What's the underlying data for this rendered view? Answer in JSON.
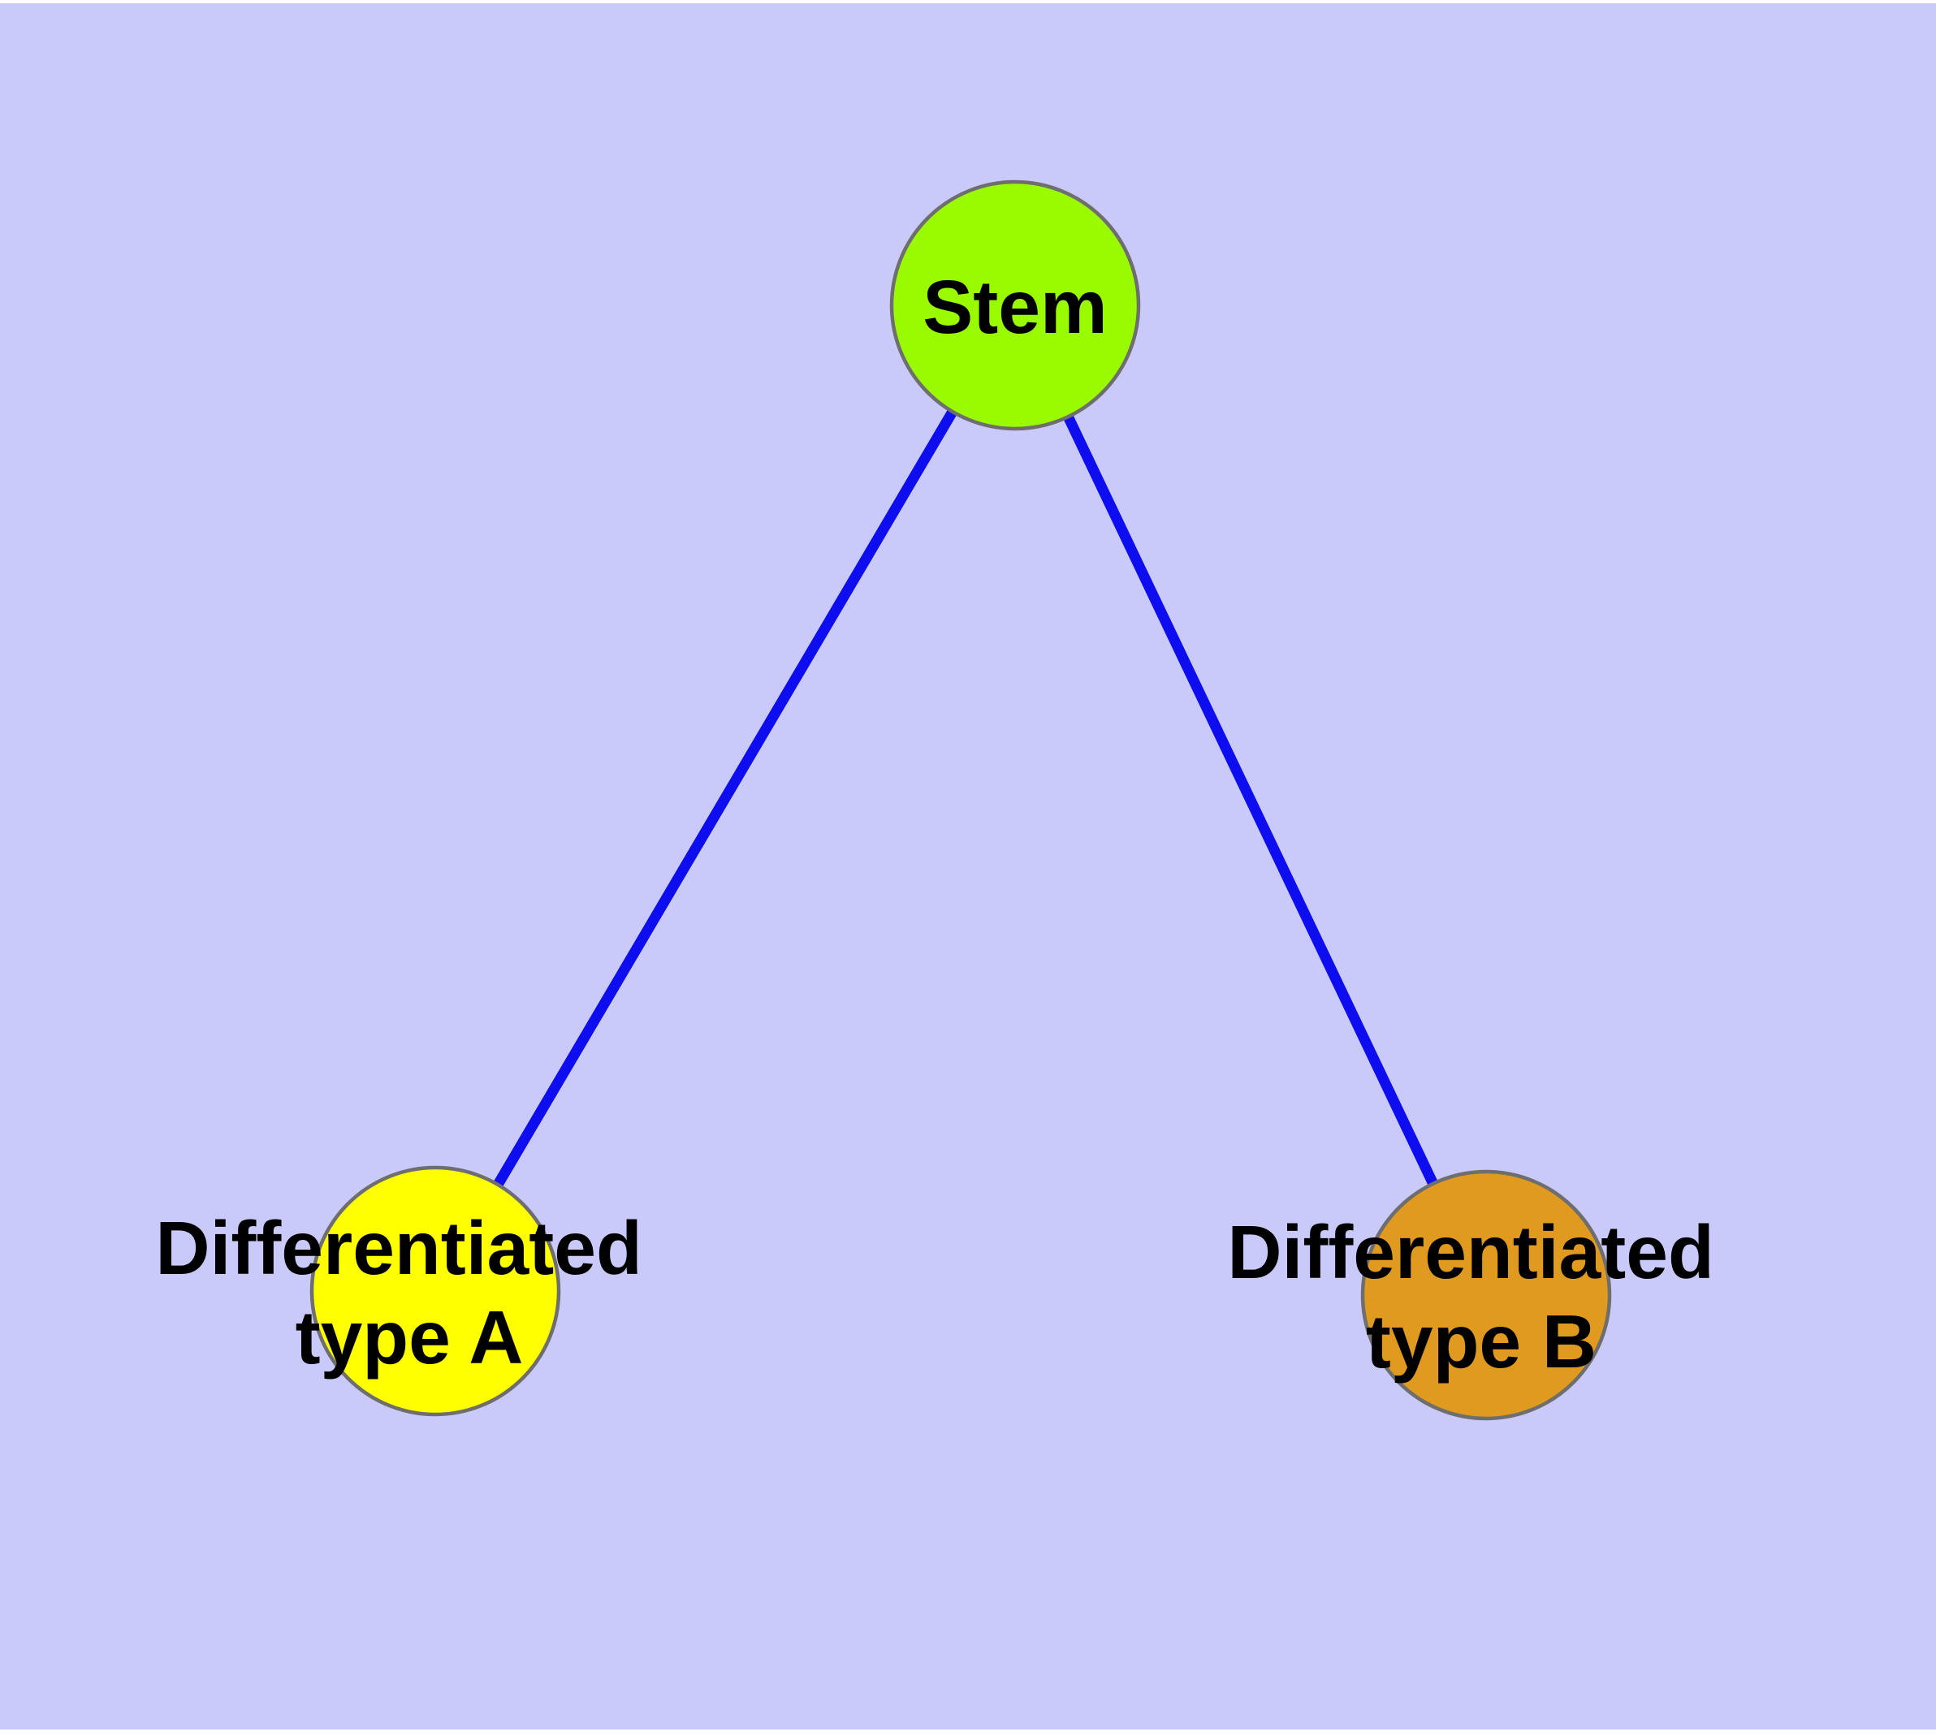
{
  "canvas": {
    "background_color": "#CACAFA",
    "margin_color": "#FFFFFF"
  },
  "graph": {
    "nodes": [
      {
        "id": "stem",
        "lines": [
          "Stem"
        ],
        "fill": "#9AFA00"
      },
      {
        "id": "differentiated-type-a",
        "lines": [
          "Differentiated",
          "type A"
        ],
        "fill": "#FFFF00"
      },
      {
        "id": "differentiated-type-b",
        "lines": [
          "Differentiated",
          "type B"
        ],
        "fill": "#E09A20"
      }
    ],
    "edges": [
      {
        "from": "stem",
        "to": "differentiated-type-a"
      },
      {
        "from": "stem",
        "to": "differentiated-type-b"
      }
    ],
    "style": {
      "edge_color": "#0D0DF0",
      "node_border_color": "#6E6E6E",
      "label_color": "#000000"
    }
  }
}
